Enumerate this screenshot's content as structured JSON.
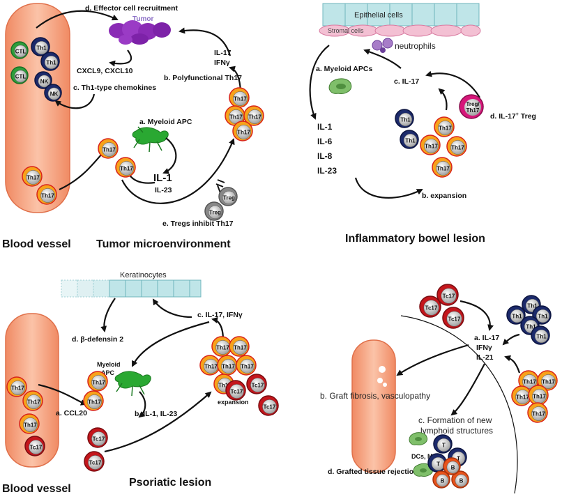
{
  "colors": {
    "th17_outer": "#f7a21b",
    "th17_rim": "#d8231a",
    "tc17_outer": "#c4161c",
    "th1_outer": "#1c2a6b",
    "ctl_outer": "#2e9e3b",
    "nk_outer": "#1c2a6b",
    "treg_outer": "#888888",
    "treg17_outer": "#d6167a",
    "b_outer": "#e8531b",
    "tumor": "#8a2bb5",
    "apc_green": "#2aa832",
    "vessel": "#f4a37e",
    "epithelial": "#bfe5e8",
    "stromal": "#f3c0d3"
  },
  "icons": [
    "myeloid-apc-icon",
    "tumor-cells-icon",
    "neutrophil-icon",
    "epithelial-layer-icon",
    "keratinocyte-layer-icon",
    "blood-vessel-icon",
    "macrophage-icon"
  ],
  "tumor": {
    "title": "Tumor microenvironment",
    "vessel_label": "Blood vessel",
    "tumor_label": "Tumor",
    "d": "d. Effector cell recruitment",
    "chemokines": "CXCL9, CXCL10",
    "c": "c. Th1-type chemokines",
    "il17": "IL-17",
    "ifn": "IFNγ",
    "b": "b. Polyfunctional Th17",
    "a": "a. Myeloid APC",
    "il1": "IL-1",
    "il23": "IL-23",
    "e": "e. Tregs inhibit Th17"
  },
  "ibd": {
    "title": "Inflammatory bowel lesion",
    "epithelial": "Epithelial cells",
    "stromal": "Stromal cells",
    "neutrophils": "neutrophils",
    "a": "a. Myeloid APCs",
    "c": "c. IL-17",
    "d_prefix": "d. IL-17",
    "d_sup": "+",
    "d_suffix": " Treg",
    "cytokines": [
      "IL-1",
      "IL-6",
      "IL-8",
      "IL-23"
    ],
    "b": "b. expansion"
  },
  "psoriatic": {
    "title": "Psoriatic lesion",
    "vessel_label": "Blood vessel",
    "keratinocytes": "Keratinocytes",
    "c": "c. IL-17, IFNγ",
    "d": "d. β-defensin 2",
    "apc_line1": "Myeloid",
    "apc_line2": "APC",
    "a": "a. CCL20",
    "b": "b. IL-1, IL-23",
    "expansion": "expansion"
  },
  "graft": {
    "a1": "a. IL-17",
    "a2": "IFNγ",
    "a3": "IL-21",
    "b": "b. Graft fibrosis, vasculopathy",
    "c1": "c. Formation of new",
    "c2": "lymphoid structures",
    "dcs": "DCs, Mφs",
    "d": "d. Grafted tissue rejection"
  },
  "cell_labels": {
    "th17": "Th17",
    "tc17": "Tc17",
    "th1": "Th1",
    "ctl": "CTL",
    "nk": "NK",
    "treg": "Treg",
    "treg17_a": "Treg/",
    "treg17_b": "Th17",
    "t": "T",
    "b": "B"
  }
}
